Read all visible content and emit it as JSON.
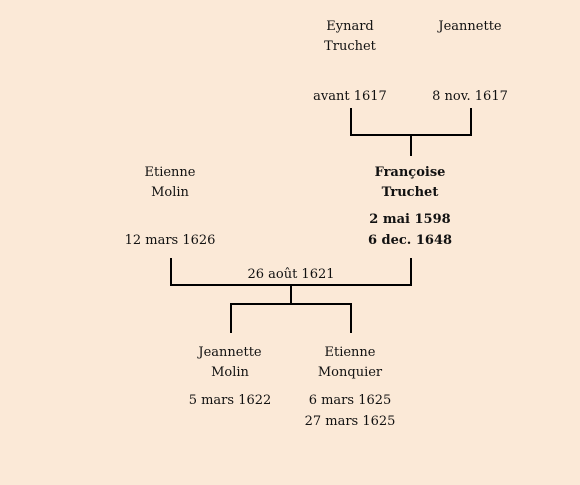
{
  "parents": {
    "father": {
      "first": "Eynard",
      "last": "Truchet",
      "death": "avant 1617"
    },
    "mother": {
      "first": "Jeannette",
      "death": "8 nov. 1617"
    }
  },
  "spouse": {
    "first": "Etienne",
    "last": "Molin",
    "death": "12 mars 1626"
  },
  "subject": {
    "first": "Françoise",
    "last": "Truchet",
    "birth": "2 mai 1598",
    "death": "6 dec. 1648"
  },
  "marriage": {
    "date": "26 août 1621"
  },
  "children": [
    {
      "first": "Jeannette",
      "last": "Molin",
      "birth": "5 mars 1622",
      "death": ""
    },
    {
      "first": "Etienne",
      "last": "Monquier",
      "birth": "6 mars 1625",
      "death": "27 mars 1625"
    }
  ]
}
